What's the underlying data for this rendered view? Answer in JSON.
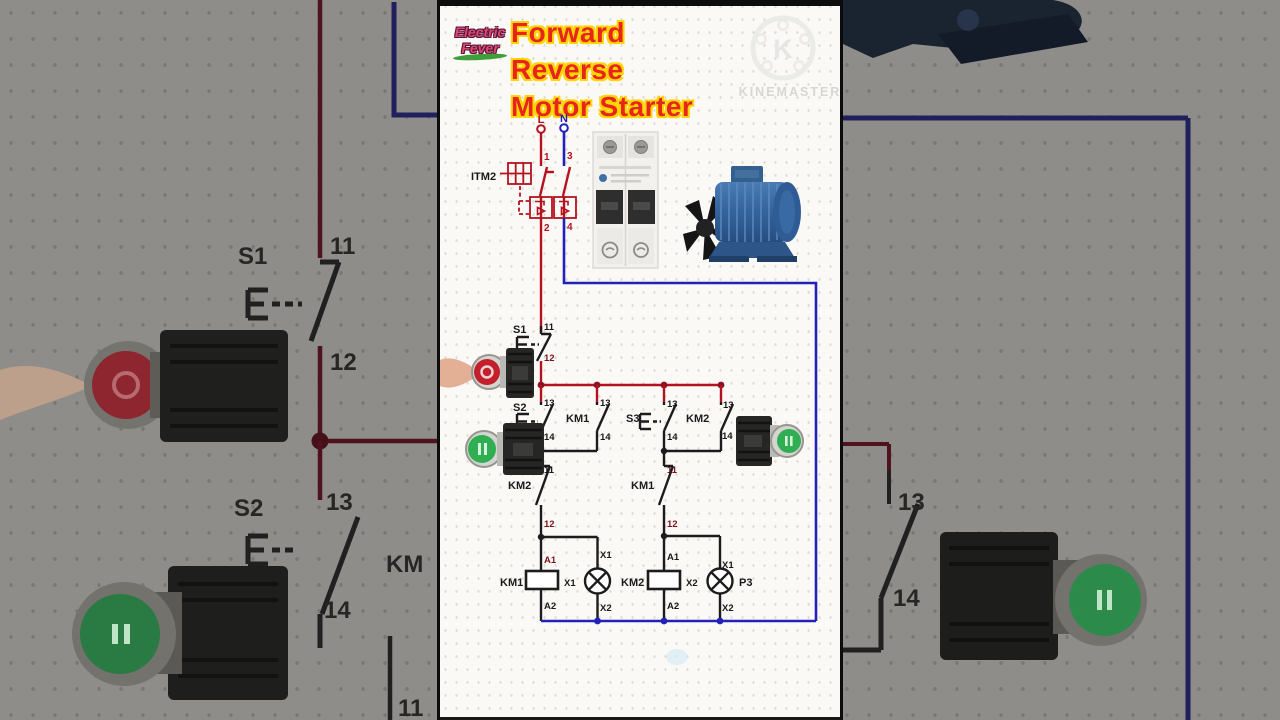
{
  "video": {
    "channel_logo": {
      "line1": "Electric",
      "line2": "Fever"
    },
    "title": {
      "line1": "Forward Reverse",
      "line2": "Motor Starter"
    },
    "watermark": {
      "initial": "K",
      "name": "KINEMASTER"
    }
  },
  "colors": {
    "title_red": "#e8251c",
    "title_outline": "#ffd400",
    "logo_pink": "#d94a6b",
    "swoosh_green": "#3f9e3a",
    "circuit_red": "#b5121f",
    "circuit_blue": "#2222b8",
    "label_maroon": "#7c1420",
    "line_black": "#1c1c1c",
    "button_red": "#c3202e",
    "button_green": "#2fae52",
    "motor_blue": "#3a6ea8"
  },
  "labels": {
    "L": "L",
    "N": "N",
    "n1": "1",
    "n2": "2",
    "n3": "3",
    "n4": "4",
    "itm2": "ITM2",
    "s1": "S1",
    "s2": "S2",
    "s3": "S3",
    "km1": "KM1",
    "km2": "KM2",
    "km": "KM",
    "n11": "11",
    "n12": "12",
    "n13": "13",
    "n14": "14",
    "a1": "A1",
    "a2": "A2",
    "x1": "X1",
    "x2": "X2",
    "p3": "P3"
  }
}
